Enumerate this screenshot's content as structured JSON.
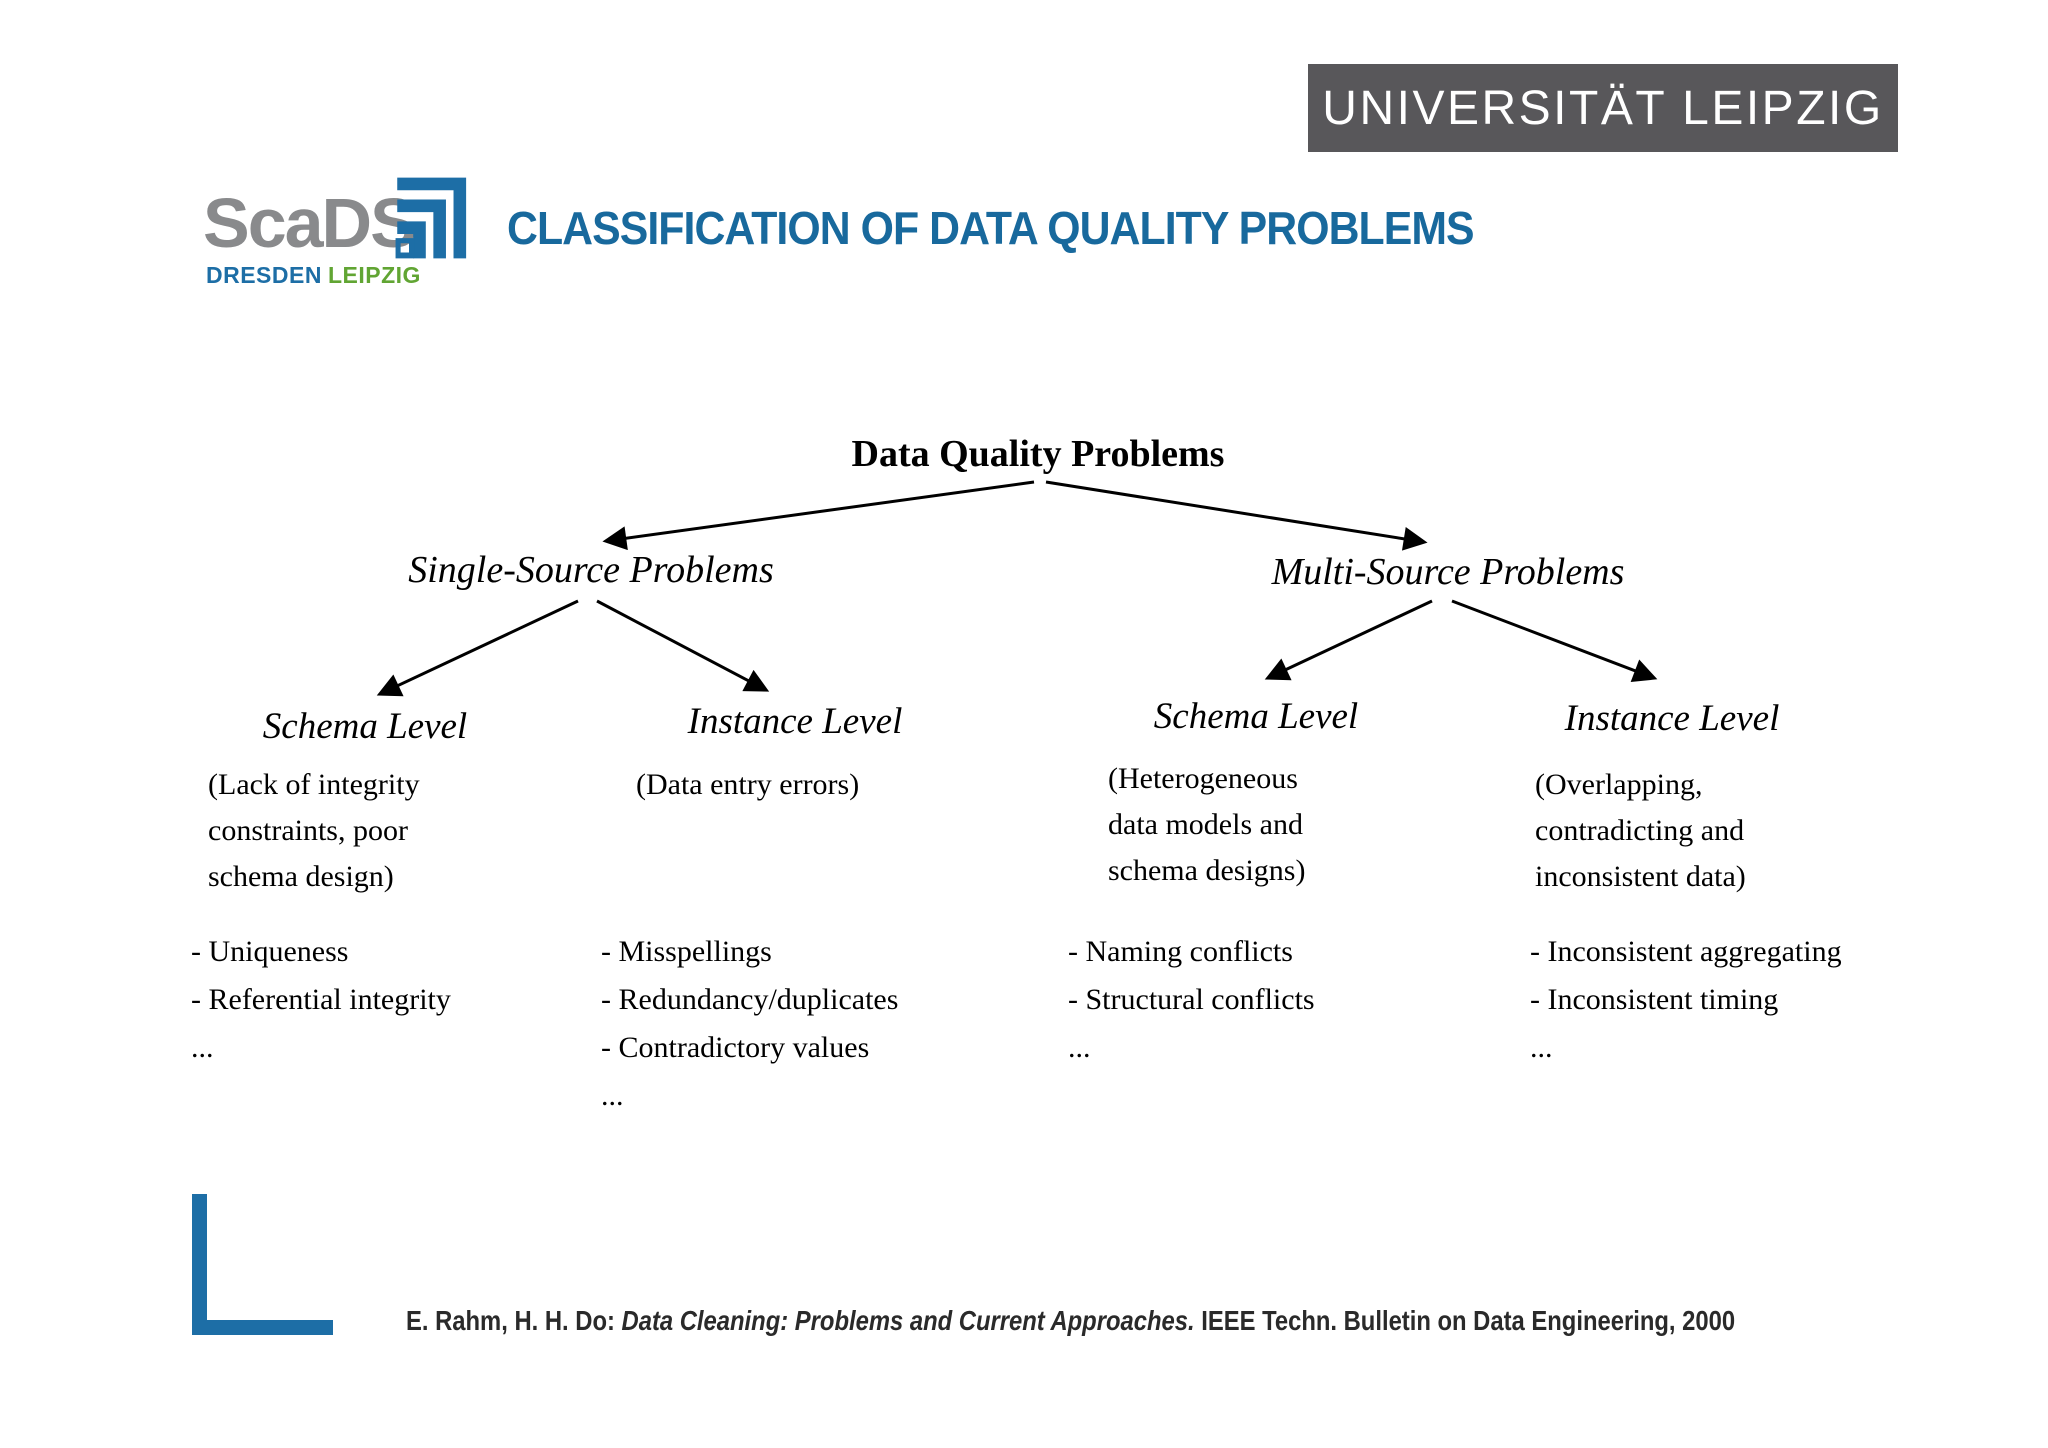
{
  "header": {
    "university_banner": "UNIVERSITÄT LEIPZIG",
    "scads": {
      "wordmark": "ScaDS",
      "city_primary": "DRESDEN",
      "city_secondary": "LEIPZIG"
    },
    "title": "CLASSIFICATION OF DATA QUALITY PROBLEMS"
  },
  "tree": {
    "root": "Data Quality Problems",
    "branches": [
      {
        "label": "Single-Source Problems",
        "children": [
          {
            "label": "Schema Level",
            "desc": "(Lack of integrity\nconstraints, poor\nschema design)",
            "items": "- Uniqueness\n- Referential integrity\n..."
          },
          {
            "label": "Instance Level",
            "desc": "(Data entry errors)",
            "items": "- Misspellings\n- Redundancy/duplicates\n- Contradictory values\n..."
          }
        ]
      },
      {
        "label": "Multi-Source Problems",
        "children": [
          {
            "label": "Schema Level",
            "desc": "(Heterogeneous\ndata models and\nschema designs)",
            "items": "- Naming conflicts\n- Structural conflicts\n..."
          },
          {
            "label": "Instance Level",
            "desc": "(Overlapping,\ncontradicting and\ninconsistent data)",
            "items": "- Inconsistent aggregating\n- Inconsistent timing\n..."
          }
        ]
      }
    ]
  },
  "footer": {
    "citation_prefix": "E. Rahm, H. H. Do: ",
    "citation_italic": "Data Cleaning: Problems and Current Approaches.",
    "citation_suffix": " IEEE Techn. Bulletin on Data Engineering, 2000"
  },
  "colors": {
    "brand_blue": "#1d6ea6",
    "title_blue": "#18699d",
    "brand_green": "#61a533",
    "scads_gray": "#898a8c",
    "banner_gray": "#58575a",
    "line_black": "#000000"
  }
}
